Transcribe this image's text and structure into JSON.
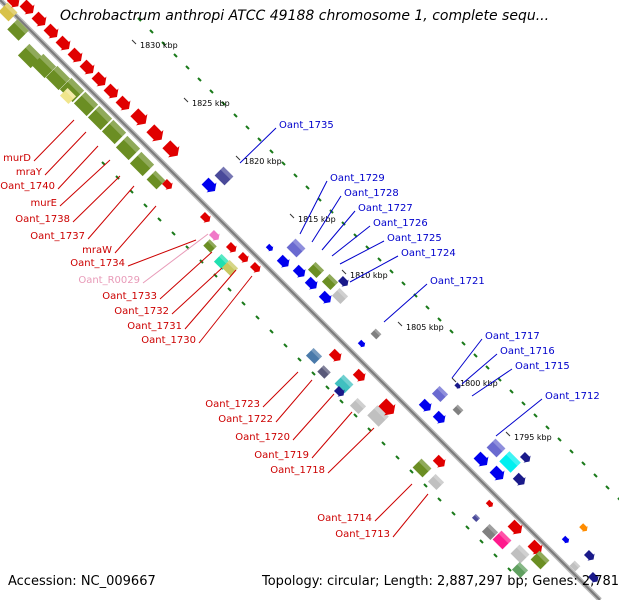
{
  "title": "Ochrobactrum anthropi ATCC 49188 chromosome 1, complete sequ...",
  "footer": {
    "accession": "Accession: NC_009667",
    "topology": "Topology: circular; Length: 2,887,297 bp; Genes: 2,781"
  },
  "colors": {
    "forward_label": "#0000cc",
    "reverse_label": "#cc0000",
    "rna_label": "#e89ab8",
    "backbone": "#808080",
    "gc_ticks": "#1a7a1a"
  },
  "scale_marks": [
    "1830 kbp",
    "1825 kbp",
    "1820 kbp",
    "1815 kbp",
    "1810 kbp",
    "1805 kbp",
    "1800 kbp",
    "1795 kbp"
  ],
  "forward_genes": [
    "Oant_1735",
    "Oant_1729",
    "Oant_1728",
    "Oant_1727",
    "Oant_1726",
    "Oant_1725",
    "Oant_1724",
    "Oant_1721",
    "Oant_1717",
    "Oant_1716",
    "Oant_1715",
    "Oant_1712"
  ],
  "reverse_genes": [
    "murD",
    "mraY",
    "Oant_1740",
    "murE",
    "Oant_1738",
    "Oant_1737",
    "mraW",
    "Oant_1734"
  ],
  "rna_genes": [
    "Oant_R0029"
  ],
  "reverse_genes_2": [
    "Oant_1733",
    "Oant_1732",
    "Oant_1731",
    "Oant_1730"
  ],
  "reverse_genes_3": [
    "Oant_1723",
    "Oant_1722",
    "Oant_1720",
    "Oant_1719",
    "Oant_1718"
  ],
  "reverse_genes_4": [
    "Oant_1714",
    "Oant_1713"
  ]
}
